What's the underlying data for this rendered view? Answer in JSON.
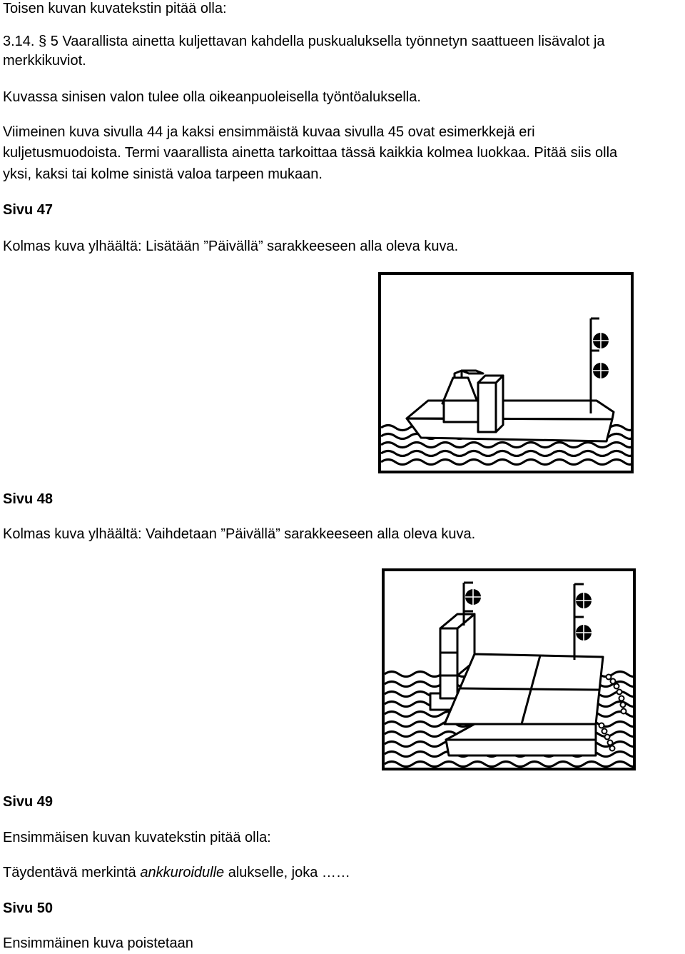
{
  "lines": {
    "l1": "Toisen kuvan kuvatekstin pitää olla:",
    "l2a": "3.14.",
    "l2b": "§",
    "l2c": " 5 Vaarallista ainetta kuljettavan kahdella puskualuksella työnnetyn saattueen lisävalot ja",
    "l3": "merkkikuviot.",
    "l4": "Kuvassa sinisen valon tulee olla oikeanpuoleisella työntöaluksella.",
    "l5": "Viimeinen kuva sivulla 44 ja kaksi ensimmäistä kuvaa sivulla 45 ovat esimerkkejä eri",
    "l6": "kuljetusmuodoista. Termi vaarallista ainetta tarkoittaa tässä kaikkia kolmea luokkaa. Pitää siis olla",
    "l7": "yksi, kaksi tai kolme sinistä valoa tarpeen mukaan.",
    "h47": "Sivu 47",
    "l8": "Kolmas kuva ylhäältä: Lisätään ”Päivällä” sarakkeeseen alla oleva kuva.",
    "h48": "Sivu 48",
    "l9": "Kolmas kuva ylhäältä: Vaihdetaan ”Päivällä” sarakkeeseen alla oleva kuva.",
    "h49": "Sivu 49",
    "l10": "Ensimmäisen kuvan kuvatekstin pitää olla:",
    "l11a": "Täydentävä merkintä ",
    "l11b": "ankkuroidulle",
    "l11c": " alukselle, joka ……",
    "h50": "Sivu 50",
    "l12": "Ensimmäinen kuva poistetaan"
  },
  "figures": {
    "fig1": {
      "icons": [
        "ship-icon",
        "ball-signal-icon",
        "wave-icon"
      ]
    },
    "fig2": {
      "icons": [
        "barge-icon",
        "ball-signal-icon",
        "wave-icon"
      ]
    }
  }
}
